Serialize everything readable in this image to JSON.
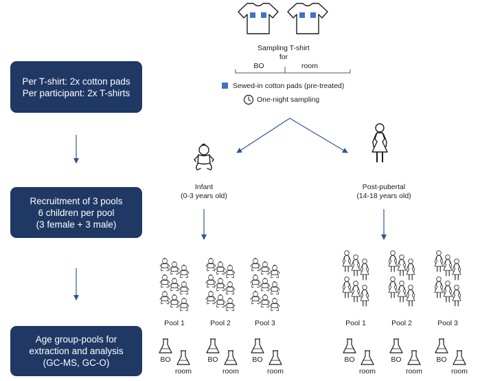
{
  "steps": [
    {
      "lines": [
        "Per T-shirt: 2x cotton pads",
        "Per participant: 2x T-shirts"
      ]
    },
    {
      "lines": [
        "Recruitment of 3 pools",
        "6 children per pool",
        "(3 female + 3 male)"
      ]
    },
    {
      "lines": [
        "Age group-pools for",
        "extraction and analysis",
        "(GC-MS, GC-O)"
      ]
    }
  ],
  "sampling": {
    "title_line1": "Sampling T-shirt",
    "title_line2": "for",
    "shirt_left": "BO",
    "shirt_right": "room",
    "legend_pads": "Sewed-in cotton pads (pre-treated)",
    "legend_time": "One-night sampling"
  },
  "groups": {
    "infant": {
      "name": "Infant",
      "age": "(0-3 years old)",
      "pools": [
        "Pool 1",
        "Pool 2",
        "Pool 3"
      ]
    },
    "postpubertal": {
      "name": "Post-pubertal",
      "age": "(14-18 years old)",
      "pools": [
        "Pool 1",
        "Pool 2",
        "Pool 3"
      ]
    }
  },
  "flask_labels": {
    "bo": "BO",
    "room": "room"
  },
  "colors": {
    "box_fill": "#1f3864",
    "arrow": "#2f5597",
    "pad": "#4472c4"
  },
  "icons": [
    "tshirt-icon",
    "cotton-pad-icon",
    "clock-icon",
    "baby-icon",
    "woman-icon",
    "flask-icon"
  ]
}
